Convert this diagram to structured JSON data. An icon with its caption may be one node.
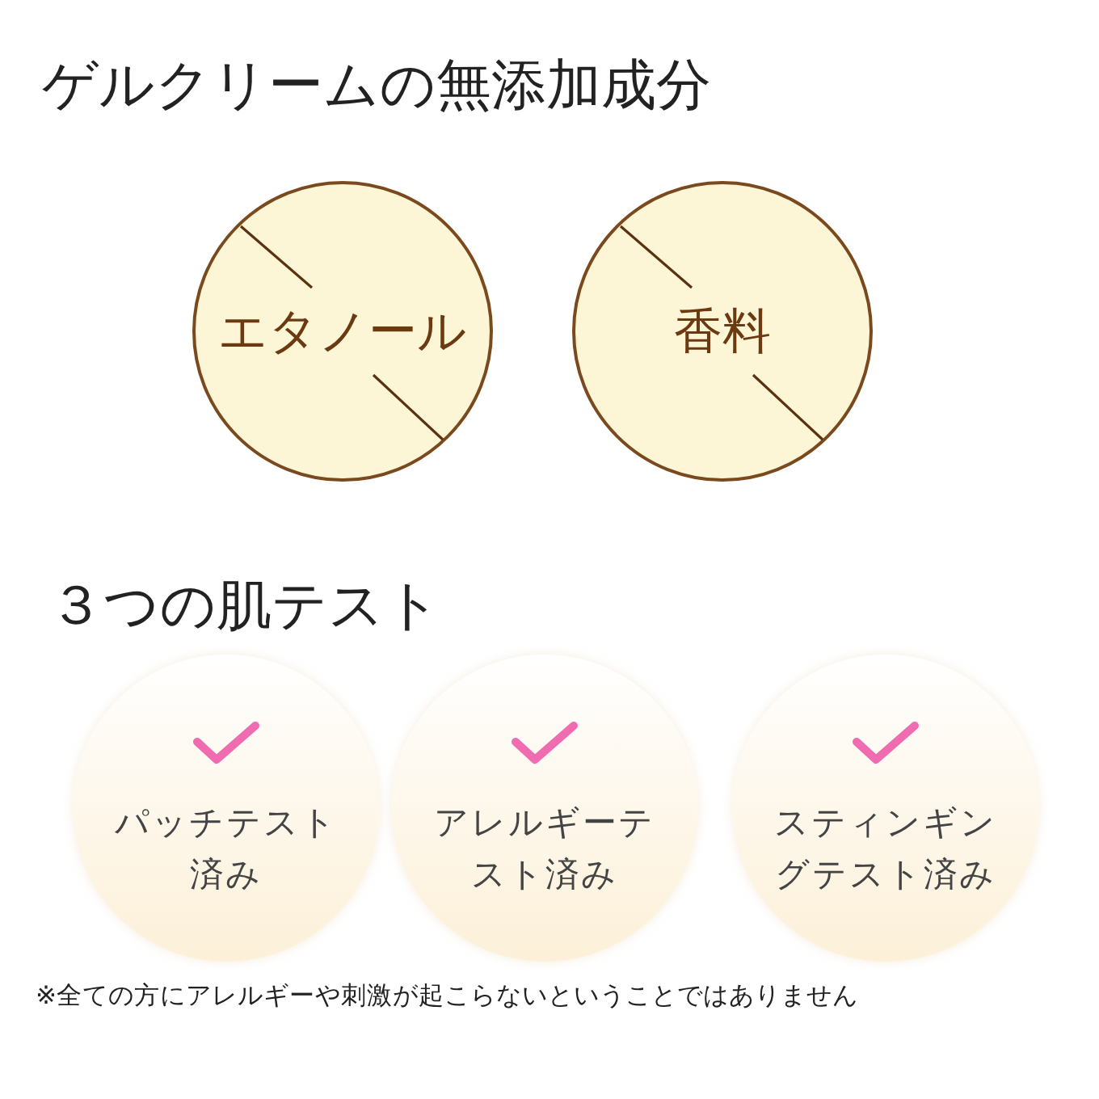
{
  "diagram": {
    "title": "ゲルクリームの無添加成分",
    "nodes": [
      {
        "text": [
          "エタノール"
        ]
      },
      {
        "text": [
          "香料"
        ]
      },
      {
        "text": [
          "パッチテスト済み"
        ]
      },
      {
        "text": [
          "アレルギーテスト済み"
        ]
      },
      {
        "text": [
          "スティンギングテスト済み"
        ]
      }
    ],
    "labels": [
      "３つの肌テスト",
      "※全ての方にアレルギーや刺激が起こらないということではありません"
    ]
  }
}
